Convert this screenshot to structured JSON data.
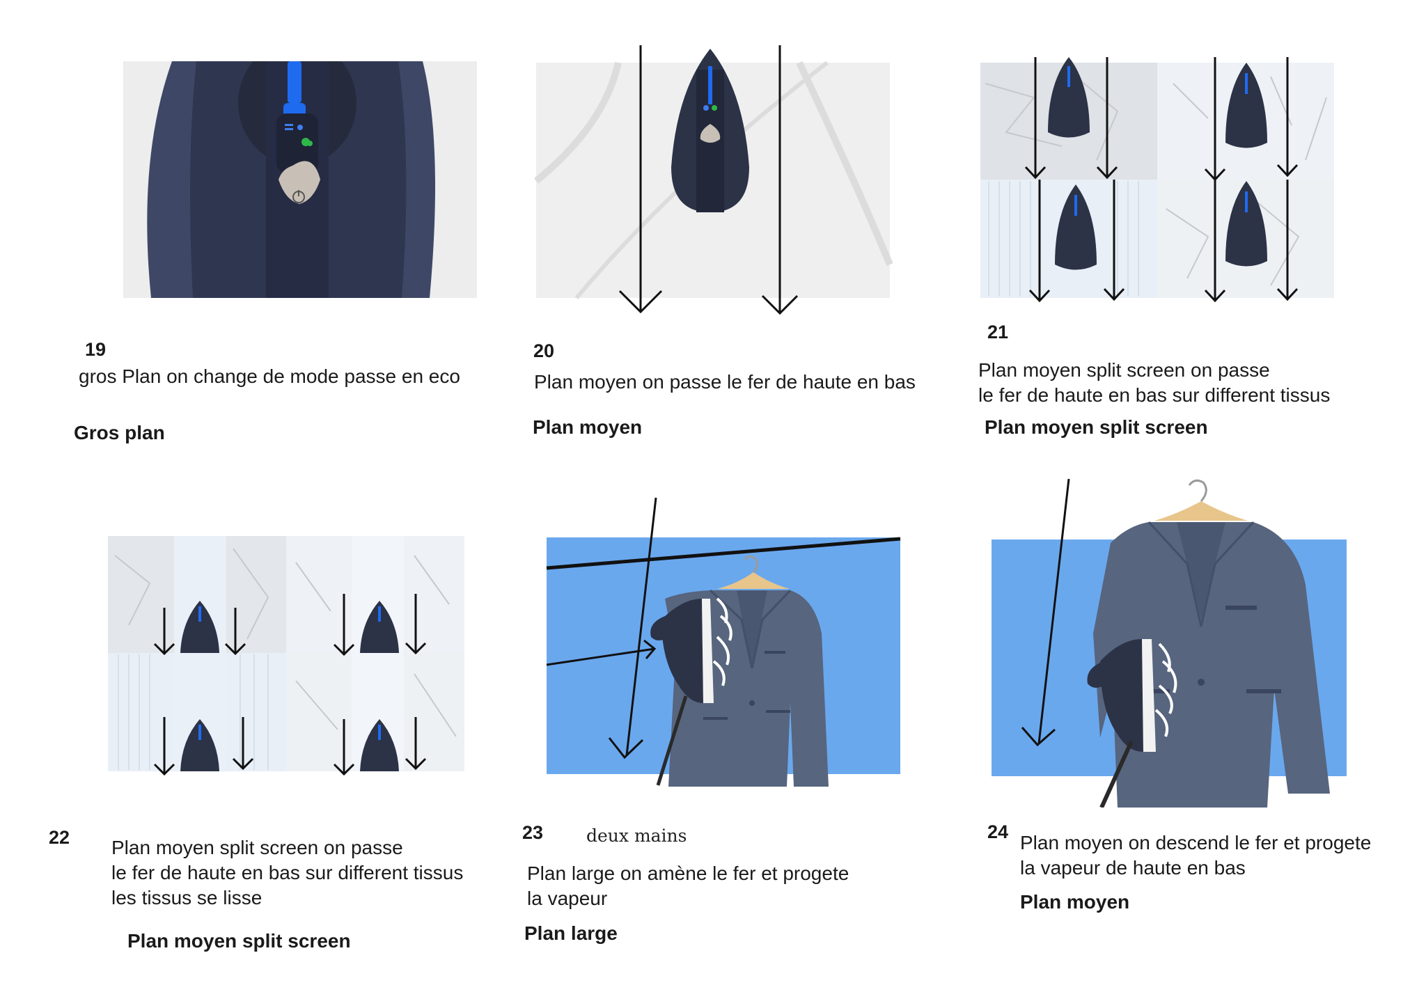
{
  "colors": {
    "iron_dark": "#2c3347",
    "iron_side": "#3e4866",
    "iron_accent": "#1f6bf0",
    "eco_green": "#2fb84a",
    "backdrop_blue": "#6aa8ee",
    "jacket": "#57657e",
    "fabric_bg": "#eef2f7",
    "plain_bg": "#efefef"
  },
  "panels": [
    {
      "number": "19",
      "description": [
        "gros Plan on change de mode passe en eco"
      ],
      "shot": "Gros plan"
    },
    {
      "number": "20",
      "description": [
        "Plan moyen on passe le fer de haute en bas"
      ],
      "shot": "Plan moyen"
    },
    {
      "number": "21",
      "description": [
        "Plan moyen split screen on passe",
        "le fer de haute en bas sur different tissus"
      ],
      "shot": "Plan moyen split screen"
    },
    {
      "number": "22",
      "description": [
        "Plan moyen split screen on passe",
        "le fer de haute en bas sur different tissus",
        "les tissus se lisse"
      ],
      "shot": "Plan moyen split screen"
    },
    {
      "number": "23",
      "note": "deux mains",
      "description": [
        "Plan large on amène le fer et progete",
        "la vapeur"
      ],
      "shot": "Plan large"
    },
    {
      "number": "24",
      "description": [
        "Plan moyen on descend le fer et progete",
        "la vapeur de haute en bas"
      ],
      "shot": "Plan moyen"
    }
  ],
  "icons": {
    "iron": "steam-iron-icon",
    "arrow": "arrow-down-icon",
    "hanger": "hanger-icon",
    "jacket": "jacket-icon",
    "eco": "eco-leaf-icon",
    "power": "power-icon"
  }
}
